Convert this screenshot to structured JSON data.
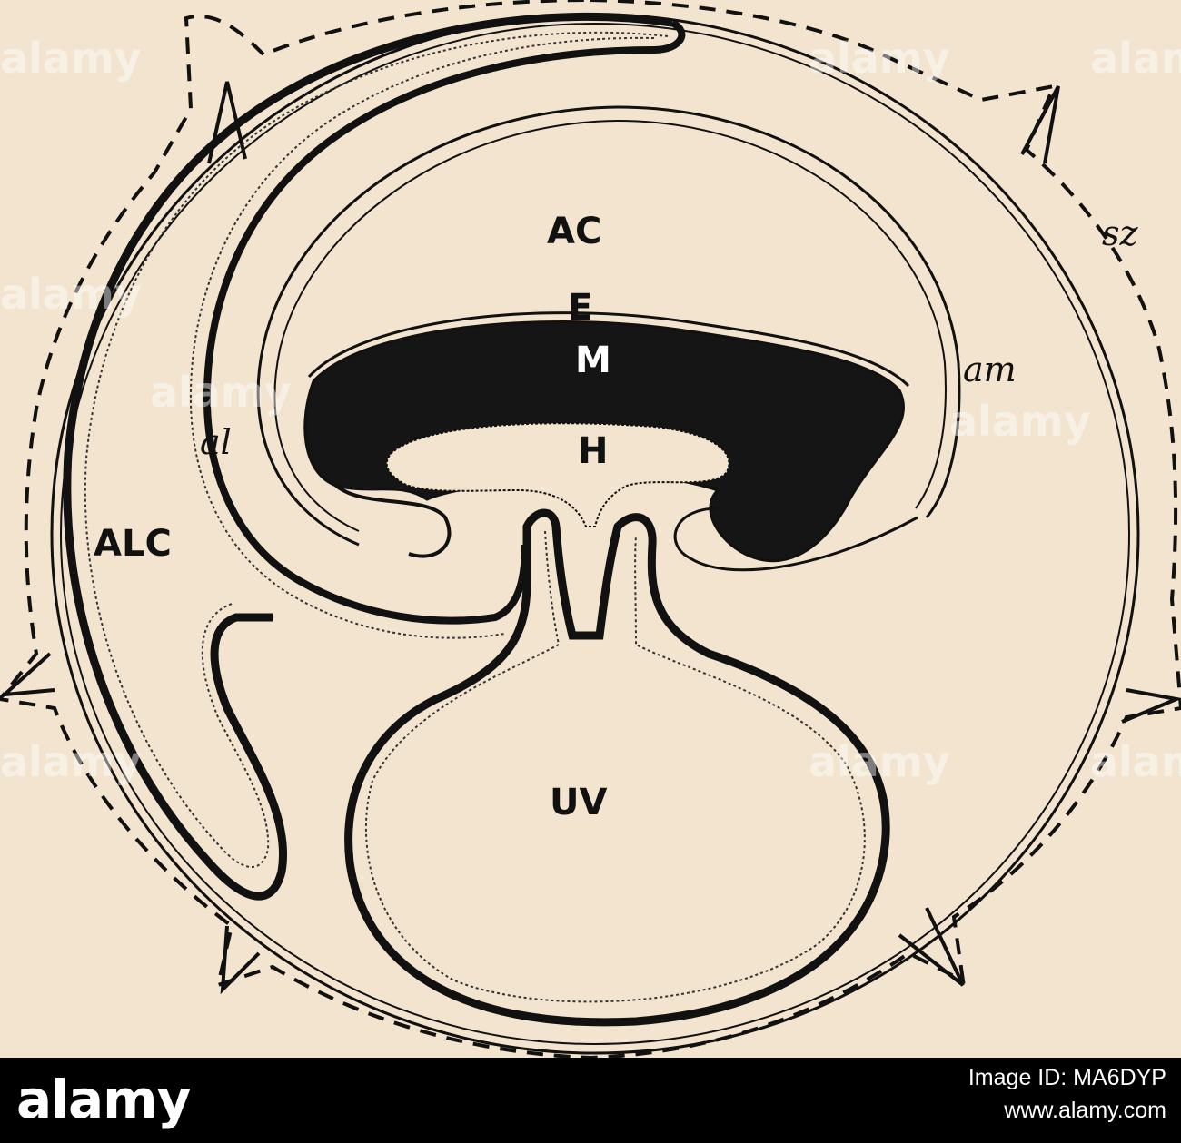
{
  "diagram": {
    "labels": {
      "ac": "AC",
      "e": "E",
      "m": "M",
      "h": "H",
      "alc": "ALC",
      "uv": "UV",
      "sz": "sz",
      "am": "am",
      "al": "al"
    },
    "watermark_text": "alamy"
  },
  "footer": {
    "logo": "alamy",
    "image_id": "Image ID: MA6DYP",
    "url": "www.alamy.com"
  },
  "colors": {
    "paper": "#f2e4ce",
    "ink": "#111111",
    "footer_bg": "#000000"
  }
}
